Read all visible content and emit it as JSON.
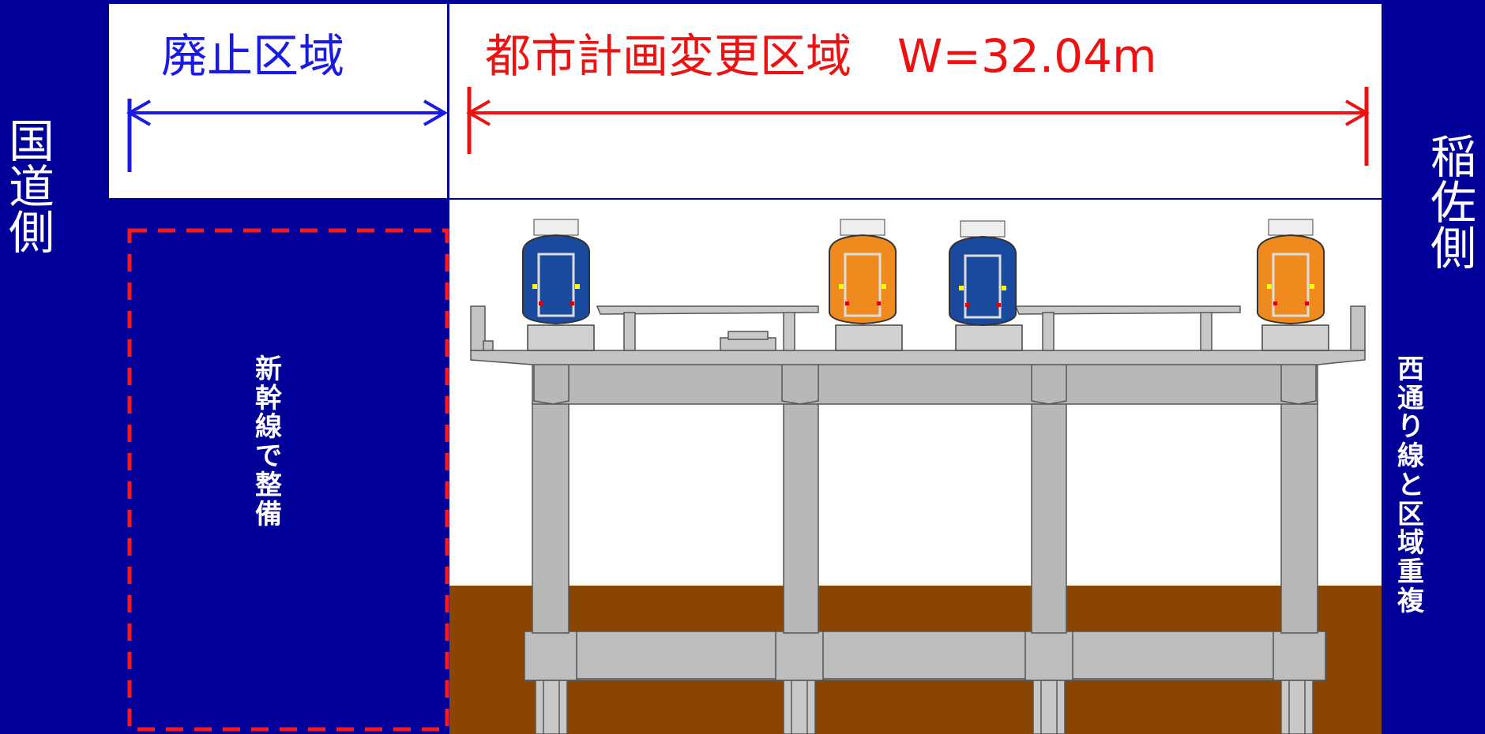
{
  "labels": {
    "left_side": "国道側",
    "right_side": "稲佐側",
    "abolished_zone": "廃止区域",
    "changed_zone": "都市計画変更区域　W=32.04m",
    "shinkansen_note": "新幹線で整備",
    "nishidori_note": "西通り線と区域重複"
  },
  "colors": {
    "background": "#000099",
    "abolished_text": "#1a1ae6",
    "abolished_arrow": "#1a1ae6",
    "changed_text": "#ee1111",
    "changed_arrow": "#ee1111",
    "dashed_outline": "#ff1a1a",
    "ground": "#8a4500",
    "concrete": "#b3b3b3",
    "train_blue": "#1a4a9e",
    "train_orange": "#ef8a1e"
  },
  "icons": {
    "trains": [
      "blue-train-icon",
      "orange-train-icon",
      "blue-train-icon",
      "orange-train-icon"
    ]
  }
}
